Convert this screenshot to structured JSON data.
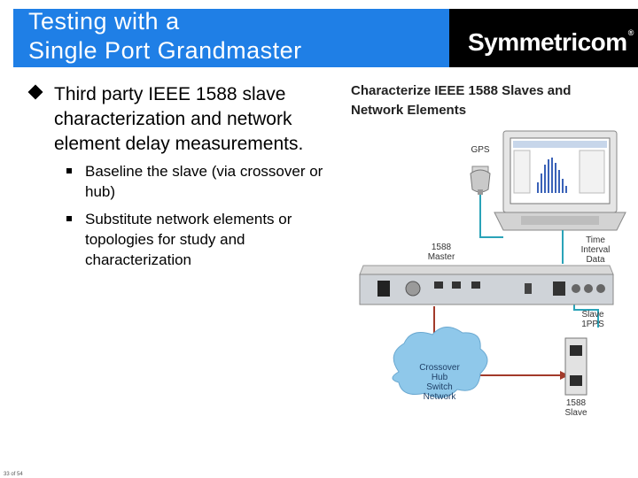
{
  "slide": {
    "title_line1": "Testing with a",
    "title_line2": "Single Port Grandmaster",
    "logo": "Symmetricom",
    "logo_mark": "®",
    "main_bullet": "Third party IEEE 1588 slave characterization and network element delay measurements.",
    "sub_bullets": [
      "Baseline the slave (via crossover or hub)",
      "Substitute network elements or topologies for study and characterization"
    ],
    "footer": "33 of 54"
  },
  "diagram": {
    "title_line1": "Characterize IEEE 1588 Slaves and",
    "title_line2": "Network Elements",
    "gps_label": "GPS",
    "master_label_1": "1588",
    "master_label_2": "Master",
    "tid_label_1": "Time",
    "tid_label_2": "Interval",
    "tid_label_3": "Data",
    "slave1pps_label_1": "Slave",
    "slave1pps_label_2": "1PPS",
    "cloud_label_1": "Crossover",
    "cloud_label_2": "Hub",
    "cloud_label_3": "Switch",
    "cloud_label_4": "Network",
    "slave_label_1": "1588",
    "slave_label_2": "Slave",
    "colors": {
      "cable_teal": "#2aa3b8",
      "cable_red": "#a23a2a",
      "cloud": "#8fc8ea"
    }
  }
}
